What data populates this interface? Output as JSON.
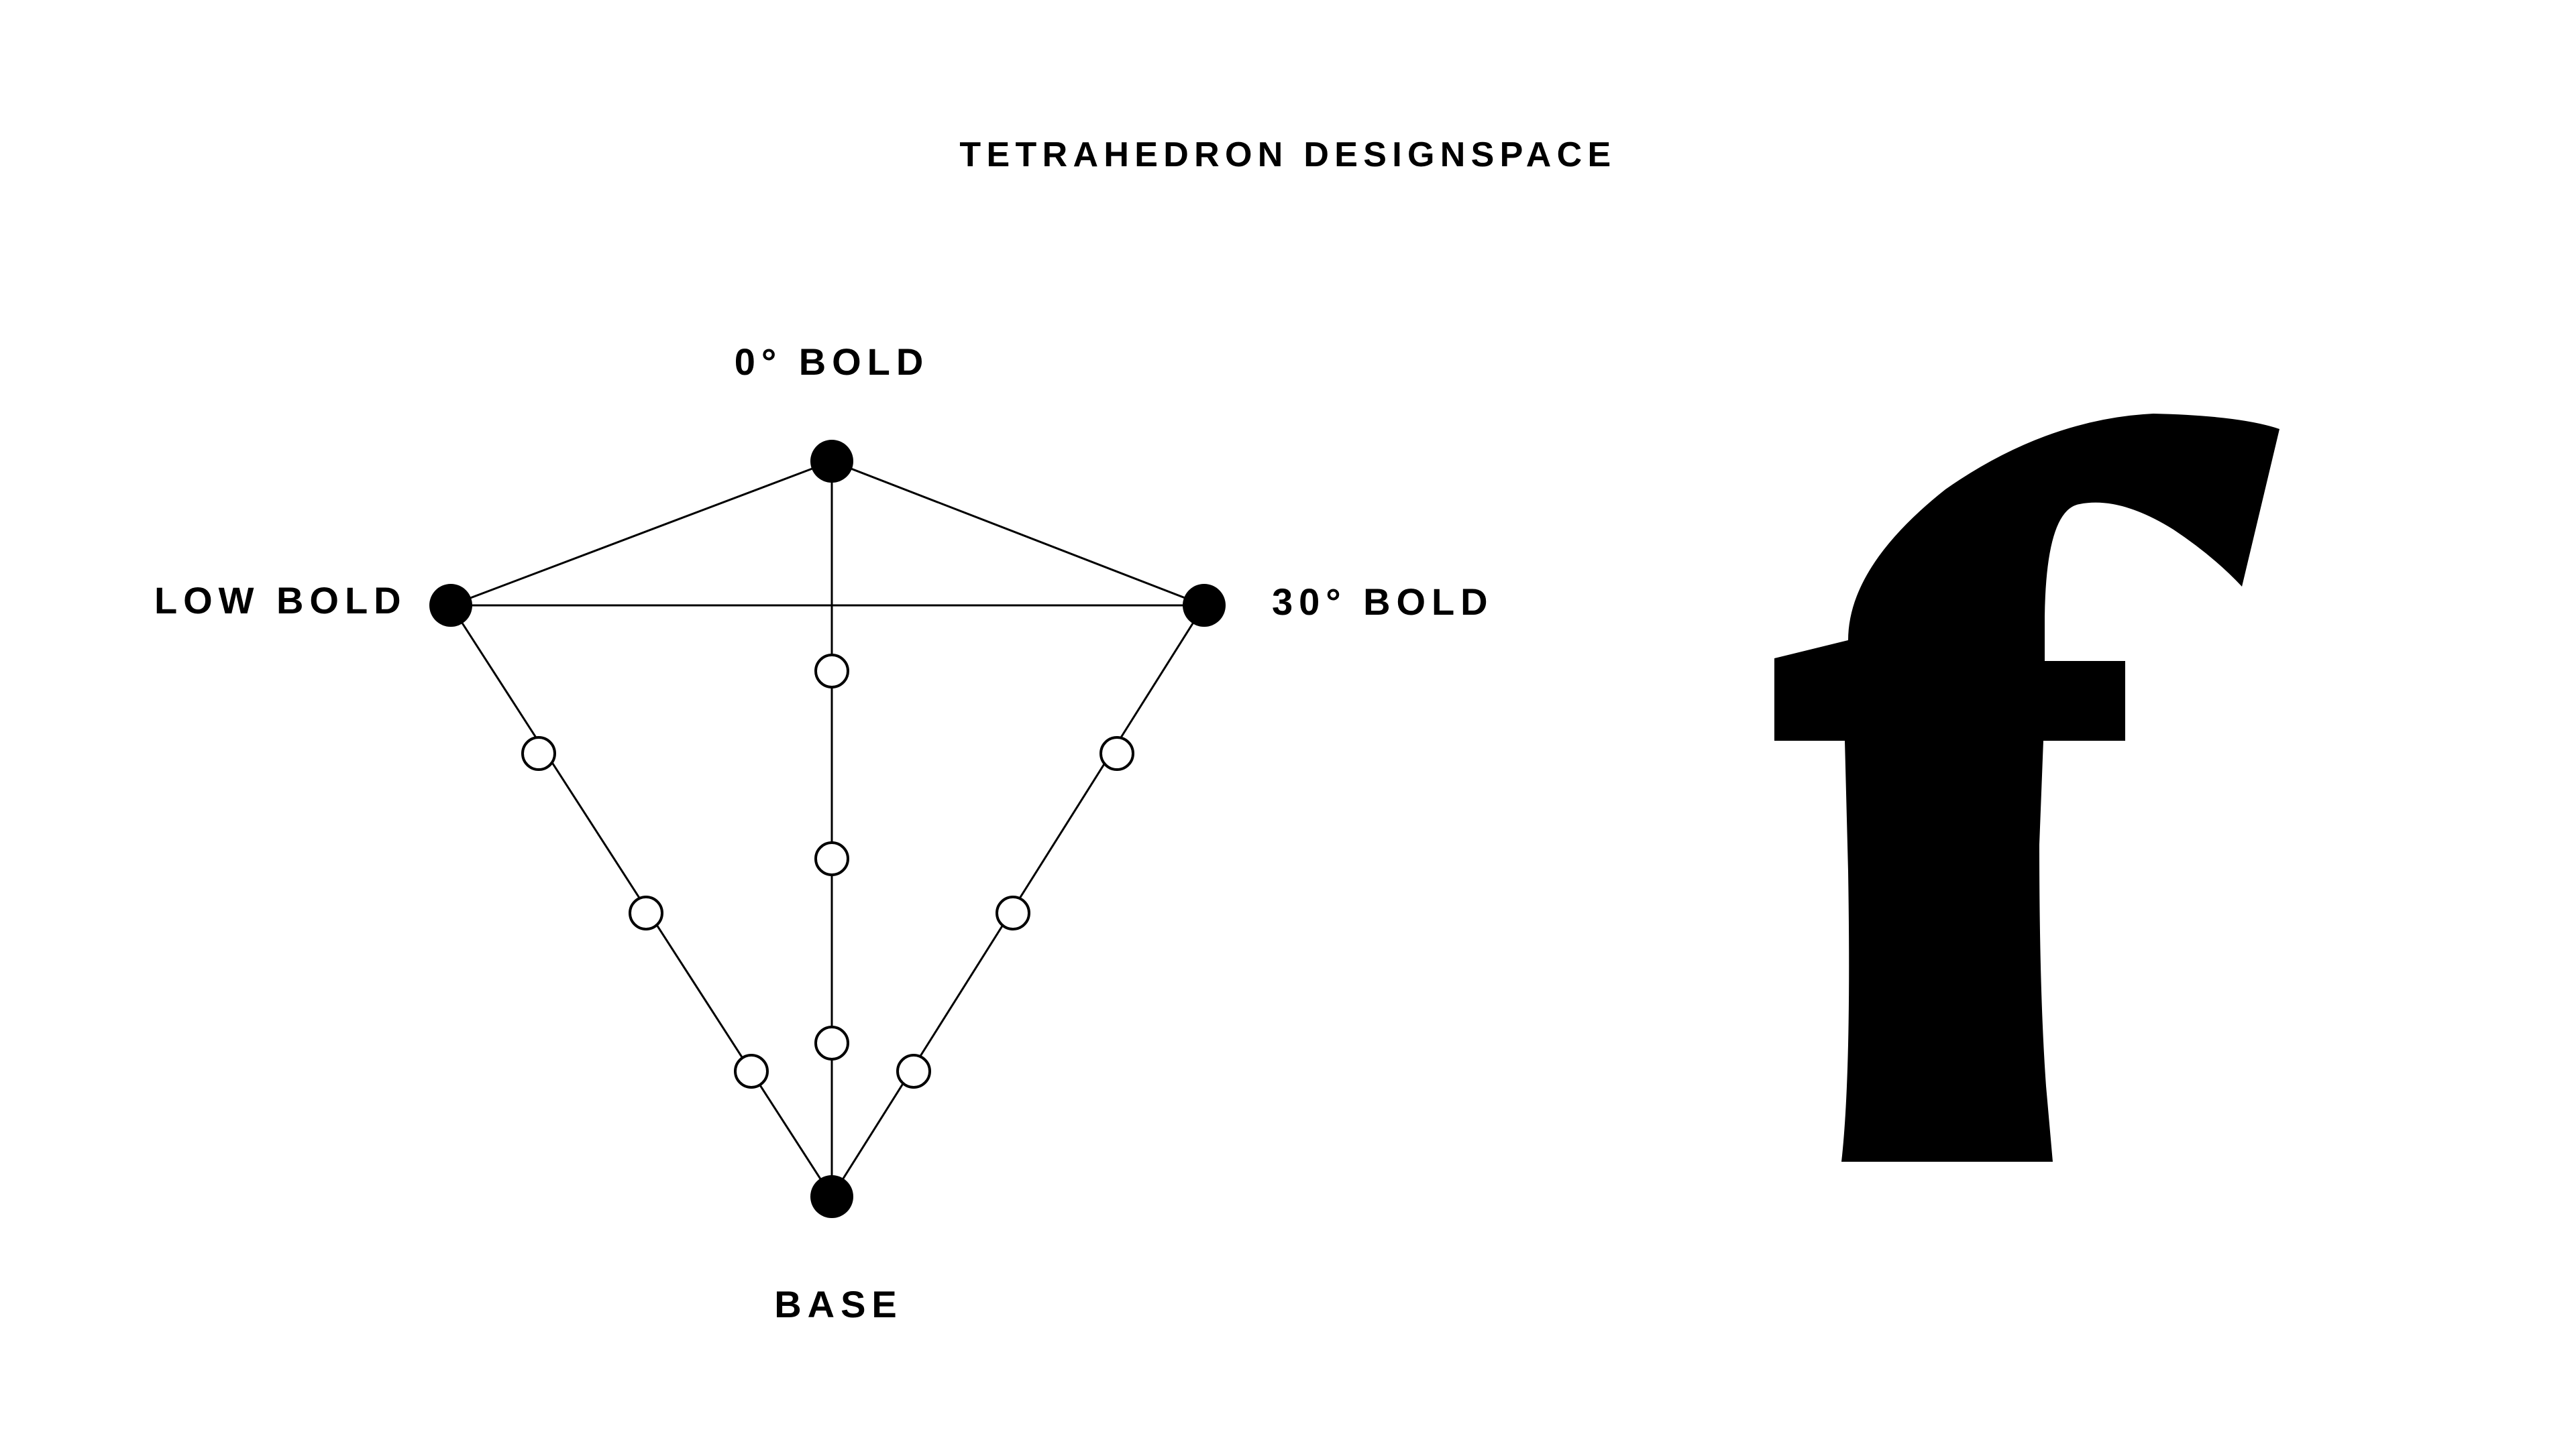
{
  "title": "TETRAHEDRON DESIGNSPACE",
  "masters": {
    "top": "0° BOLD",
    "left": "LOW BOLD",
    "right": "30° BOLD",
    "bottom": "BASE"
  },
  "glyph": {
    "character": "f",
    "icon": "lowercase-f-glyph",
    "color": "#000000"
  },
  "colors": {
    "master_fill": "#000000",
    "instance_fill": "#ffffff",
    "edge": "#000000"
  }
}
